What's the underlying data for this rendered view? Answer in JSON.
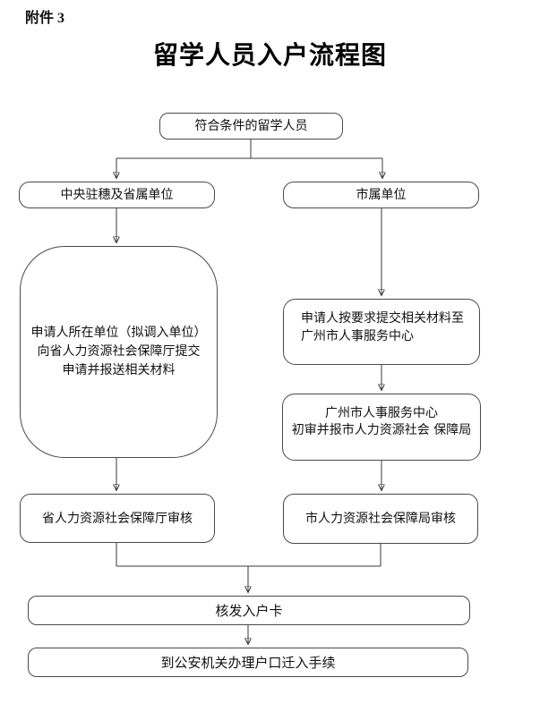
{
  "page": {
    "attachment_label": "附件 3",
    "title": "留学人员入户流程图"
  },
  "flowchart": {
    "nodes": {
      "start": "符合条件的留学人员",
      "left_branch_header": "中央驻穗及省属单位",
      "right_branch_header": "市属单位",
      "left_submit": {
        "line1": "申请人所在单位（拟调入单位）",
        "line2": "向省人力资源社会保障厅提交",
        "line3": "申请并报送相关材料"
      },
      "right_submit": {
        "line1": "申请人按要求提交相关材料至",
        "line2": "广州市人事服务中心"
      },
      "right_review": {
        "line1": "广州市人事服务中心",
        "line2": "初审并报市人力资源社会 保障局"
      },
      "left_audit": "省人力资源社会保障厅审核",
      "right_audit": "市人力资源社会保障局审核",
      "issue_card": "核发入户卡",
      "final_step": "到公安机关办理户口迁入手续"
    },
    "colors": {
      "line": "#3a3a3a",
      "border": "#4a4a4a",
      "text": "#111111",
      "background": "#ffffff"
    }
  }
}
